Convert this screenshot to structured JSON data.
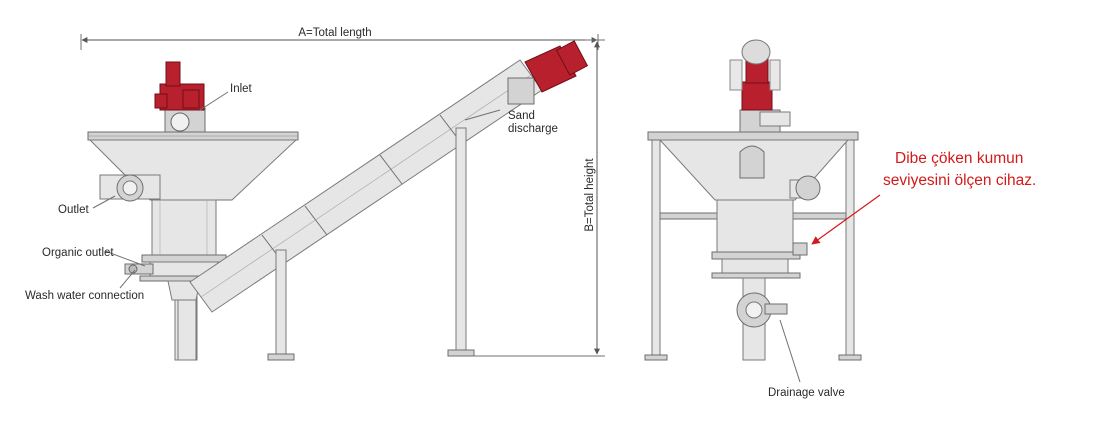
{
  "dimensions": {
    "total_length": "A=Total length",
    "total_height": "B=Total height"
  },
  "labels": {
    "inlet": "Inlet",
    "sand_discharge_line1": "Sand",
    "sand_discharge_line2": "discharge",
    "outlet": "Outlet",
    "organic_outlet": "Organic outlet",
    "wash_water_connection": "Wash water connection",
    "drainage_valve": "Drainage valve"
  },
  "annotation": {
    "line1": "Dibe çöken kumun",
    "line2": "seviyesini ölçen cihaz."
  },
  "colors": {
    "motor": "#b8202e",
    "annotation": "#d21a1a",
    "steel": "#e6e6e6"
  }
}
